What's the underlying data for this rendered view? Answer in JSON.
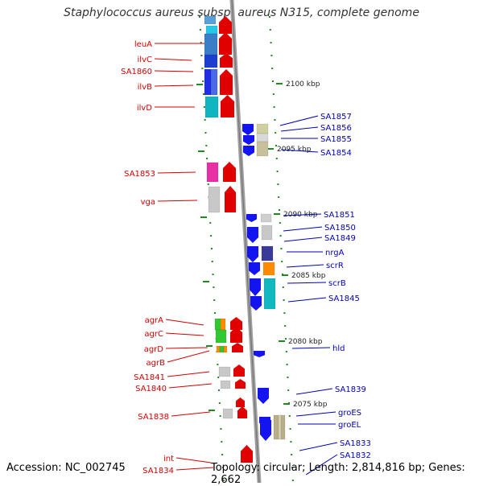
{
  "title": "Staphylococcus aureus subsp. aureus N315, complete genome",
  "accession_line": "Accession: NC_002745",
  "summary_line": "Topology: circular; Length: 2,814,816 bp; Genes: 2,662",
  "colors": {
    "left_label": "#d40000",
    "right_label": "#0000b4",
    "tick": "#1f8a1f",
    "backbone": "#a0a0a0"
  },
  "kbp_labels": [
    "2100 kbp",
    "2095 kbp",
    "2090 kbp",
    "2085 kbp",
    "2080 kbp",
    "2075 kbp"
  ],
  "left_genes": [
    "leuA",
    "ilvC",
    "SA1860",
    "ilvB",
    "ilvD",
    "SA1853",
    "vga",
    "agrA",
    "agrC",
    "agrD",
    "agrB",
    "SA1841",
    "SA1840",
    "SA1838",
    "int",
    "SA1834"
  ],
  "right_genes": [
    "SA1857",
    "SA1856",
    "SA1855",
    "SA1854",
    "SA1851",
    "SA1850",
    "SA1849",
    "nrgA",
    "scrR",
    "scrB",
    "SA1845",
    "hld",
    "SA1839",
    "groES",
    "groEL",
    "SA1833",
    "SA1832"
  ]
}
